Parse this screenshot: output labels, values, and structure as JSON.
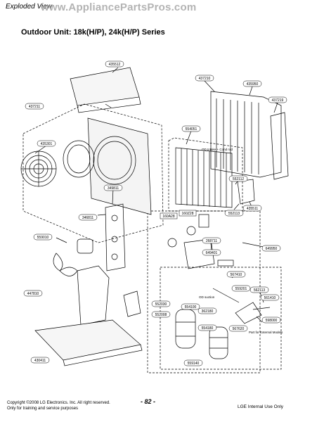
{
  "header": {
    "section": "Exploded View",
    "watermark": "www.AppliancePartsPros.com"
  },
  "title": "Outdoor Unit: 18k(H/P), 24k(H/P) Series",
  "notes": {
    "od_intake": "OD Intake + Cond rod",
    "od_suction": "OD suction",
    "external": "Part for External Models"
  },
  "parts": {
    "p435512": "435512",
    "p437210": "437210",
    "p435950": "435950",
    "p437219": "437219",
    "p437211": "437211",
    "p435301": "435301",
    "p554051": "554051",
    "p552112": "552112",
    "p349811": "349811",
    "p346811": "346811",
    "p559010": "559010",
    "p552113": "552113",
    "p435511": "435511",
    "p160A28": "160A28",
    "p160Z28": "160Z28",
    "p268711": "268711",
    "p649401": "649401",
    "p649950": "649950",
    "p447810": "447810",
    "p552030": "552030",
    "p552008": "552008",
    "p430411": "430411",
    "p5674107": "567410",
    "p559201": "559201",
    "p562113": "562113",
    "p554100": "554100",
    "p362180": "362180",
    "p554180": "554180",
    "p567620": "567620",
    "p561410": "561410",
    "p598000": "598000",
    "p559140": "559140"
  },
  "footer": {
    "copyright": "Copyright ©2008 LG Electronics. Inc. All right reserved.",
    "training": "Only for training and service purposes",
    "page": "- 82 -",
    "internal": "LGE Internal Use Only"
  }
}
